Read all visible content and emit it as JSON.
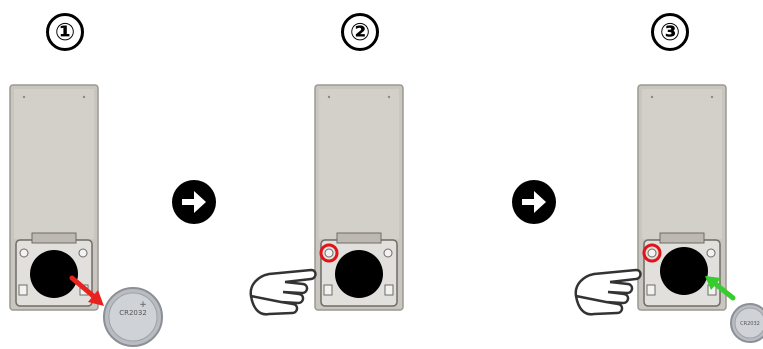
{
  "steps": [
    {
      "number": "①",
      "action": "remove-battery"
    },
    {
      "number": "②",
      "action": "press-release-button"
    },
    {
      "number": "③",
      "action": "insert-battery"
    }
  ],
  "battery_label": "CR2032",
  "colors": {
    "remote_body": "#c9c6c1",
    "remote_top": "#d8d4ce",
    "remove_arrow": "#e8231f",
    "insert_arrow": "#36cc2e",
    "highlight_ring": "#e0141a",
    "next_arrow": "#000000"
  },
  "icons": [
    "remote-icon",
    "coin-battery-icon",
    "pointing-hand-icon",
    "next-arrow-icon"
  ]
}
